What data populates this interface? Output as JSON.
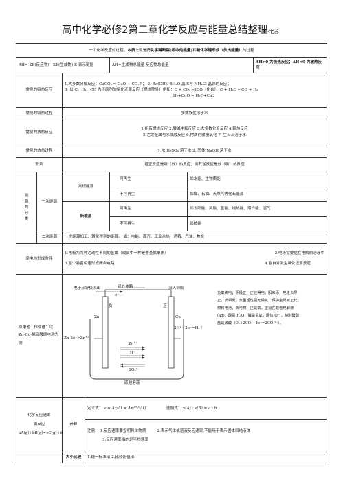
{
  "title": {
    "main": "高中化学必修2第二章化学反应与能量总结整理",
    "author": "-老苏"
  },
  "intro": {
    "a": "一个化学反应的过程，",
    "b": "本质上",
    "c": "就是",
    "d": "旧化学键断裂(吸收的能量)",
    "e": "和",
    "f": "新化学键形成（放出能量）",
    "g": "的过程"
  },
  "delta_row": {
    "c1": "ΔH= ΣE(反应物) - ΣE(生成物)  E 表示键能",
    "c2": "ΔH=生成物总能量-反应物总能量",
    "c3": "ΔH>0 为吸热反应；ΔH<0 为放热反应"
  },
  "endo": {
    "label": "常见的吸热反应",
    "line1": "1.大多数分解反应：CaCO₃ = CaO + CO₂↑；        2. Ba(OH)₂·8H₂O 晶体与 NH₄Cl 晶体的反应；",
    "line2": "3. 以 C、H₂、CO 为还原剂的氧化还原反应（燃烧除外）例如：C + CO₂ ═2CO（化合），C + H₂O ═ CO + H₂",
    "line3": "H₂+CuO = H₂O+Cu；"
  },
  "endo_process": {
    "label": "常见的吸热过程",
    "value": "多数铵盐溶于水"
  },
  "exo": {
    "label": "常见的放热反应",
    "line1": "1.所有燃烧反应      2.酸碱中和反应      3.大多数化合反应      4.铝热反应",
    "line2": "5.活泼金属与水或酸反应      6.物质的缓慢氧化      7. 生石灰溶于水"
  },
  "exo_process": {
    "label": "常见的放热过程",
    "value": "1.浓 H₂SO₄ 溶于水        2. 固体 NaOH 溶于水"
  },
  "relation": {
    "label": "联系",
    "value": "若正反应是吸（放）热反应，则其逆反应是放（吸）热反应"
  },
  "energy": {
    "label": [
      "能",
      "源",
      "的",
      "分",
      "类"
    ],
    "primary": "一次能源",
    "conventional": "常规能源",
    "new": "新能源",
    "renewable": "可再生",
    "nonrenewable": "不可再生",
    "conv_renew": "如水能、生物质能",
    "conv_nonrenew": "如煤、石油、天然气等化石能源",
    "new_renew": "如太阳能、风能、氢能、地热能、潮汐能、沼气",
    "new_nonrenew": "如核能",
    "secondary": "二次能源",
    "secondary_value": "一次能源加工、转化得到的能源。      如：电能、蒸汽、工业余热、酒精、汽油、焦炭"
  },
  "cell_conditions": {
    "label": "原电池形成条件",
    "c1": "1.电极为两种活动性不同的金属（或其中一种是非金属单质）",
    "c2": "2.电极需要插在电解质溶液中",
    "c3": "3.整个装置相连形成闭合电路",
    "c4": "4.能自发发生氧化还原反应"
  },
  "cell_principle": {
    "label": "原电池工作原理：以 Zn-Cu-稀硫酸原电池为例",
    "electron_flow": "电子从锌极流出",
    "external": "经外电路",
    "flow_in": "流入铜极",
    "e": "e⁻",
    "neg": "负",
    "pos": "正",
    "zn": "Zn",
    "cu": "Cu",
    "zn_eq": "Zn-2e⁻=Zn²⁺",
    "h_eq": "2H⁺+2e⁻=H₂↑",
    "zn_ion": "Zn²⁺",
    "h_ion": "H⁺",
    "so4": "SO₄²⁻",
    "solution": "硫酸溶液",
    "note": "负氧失电；阴极正，正还得电，阳来添；电走负导正，流相反；负虽活性强无锡氧，保护金属被正代；燃料电池，负可燃，正是氧，正极在酸看电解液(aq)，酸是 H₂O，碱是氢氧，固体 O²⁻，熔融碳酸盐是碳酸（O₂+2CO₂+4e⁻=2CO₃²⁻）。"
  },
  "rate": {
    "label_a": "化学反应速率",
    "label_b": "如反应",
    "label_c": "aA(g)+bB(g)=cC(g)+dD(g)",
    "calc": "计算",
    "def_label": "定义式：",
    "def_formula": "v = Δc/Δt = Δn/(V·Δt)",
    "ratio_label": "比例式：",
    "ratio_formula": "v(A) : v(B) = a : b",
    "note1": "注意：  1.反应速率要指明具体物质",
    "note2": "2.表示气体或溶液反应速率,不能用于表示固体和纯液体",
    "note3": "3.反应速率指的是平均速率",
    "compare": "大小比较",
    "compare_value": "1.统一标准法    2.比较比值法"
  }
}
